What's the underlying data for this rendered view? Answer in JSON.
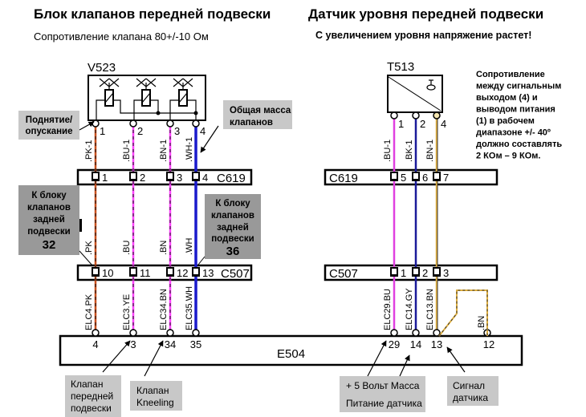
{
  "left_section": {
    "title": "Блок клапанов передней подвески",
    "subtitle": "Сопротивление клапана 80+/-10 Ом",
    "component": "V523",
    "pins": [
      "1",
      "2",
      "3",
      "4"
    ],
    "wires_top": [
      ".PK-1",
      ".BU-1",
      ".BN-1",
      ".WH-1"
    ],
    "wires_mid": [
      ".PK",
      ".BU",
      ".BN",
      ".WH"
    ],
    "wires_bottom": [
      "ELC4.PK",
      "ELC3.YE",
      "ELC34.BN",
      "ELC35.WH"
    ],
    "c619_pins": [
      "1",
      "2",
      "3",
      "4"
    ],
    "c507_pins": [
      "10",
      "11",
      "12",
      "13"
    ],
    "ecu_pins": [
      "4",
      "3",
      "34",
      "35"
    ],
    "wire_colors": [
      "#c8501e",
      "#ff44ff",
      "#ff44ff",
      "#1a1acc"
    ]
  },
  "right_section": {
    "title": "Датчик уровня передней подвески",
    "subtitle": "С увеличением уровня напряжение растет!",
    "component": "T513",
    "pins": [
      "1",
      "2",
      "4"
    ],
    "wires_top": [
      ".BU-1",
      ".BK-1",
      ".BN-1"
    ],
    "wires_bottom": [
      "ELC29.BU",
      "ELC14.GY",
      "ELC13.BN"
    ],
    "extra_wire": ".BN",
    "c619_pins": [
      "5",
      "6",
      "7"
    ],
    "c507_pins": [
      "1",
      "2",
      "3"
    ],
    "ecu_pins": [
      "29",
      "14",
      "13",
      "12"
    ],
    "wire_colors": [
      "#e040e0",
      "#1a1a99",
      "#e0b040"
    ],
    "note": [
      "Сопротивление",
      "между сигнальным",
      "выходом (4) и",
      "выводом питания",
      "(1) в рабочем",
      "диапазоне +/- 40º",
      "должно составлять",
      "2 КОм – 9 КОм."
    ]
  },
  "connectors": {
    "c619": "C619",
    "c507": "C507",
    "ecu": "E504"
  },
  "callouts": {
    "raise_lower": [
      "Поднятие/",
      "опускание"
    ],
    "common_ground": [
      "Общая масса",
      "клапанов"
    ],
    "rear_32": [
      "К блоку",
      "клапанов",
      "задней",
      "подвески",
      "32"
    ],
    "rear_36": [
      "К блоку",
      "клапанов",
      "задней",
      "подвески",
      "36"
    ],
    "front_valve": [
      "Клапан",
      "передней",
      "подвески"
    ],
    "kneeling_valve": [
      "Клапан",
      "Kneeling"
    ],
    "sensor_power": [
      "+ 5 Вольт  Масса",
      "Питание датчика"
    ],
    "sensor_signal": [
      "Сигнал",
      "датчика"
    ]
  }
}
